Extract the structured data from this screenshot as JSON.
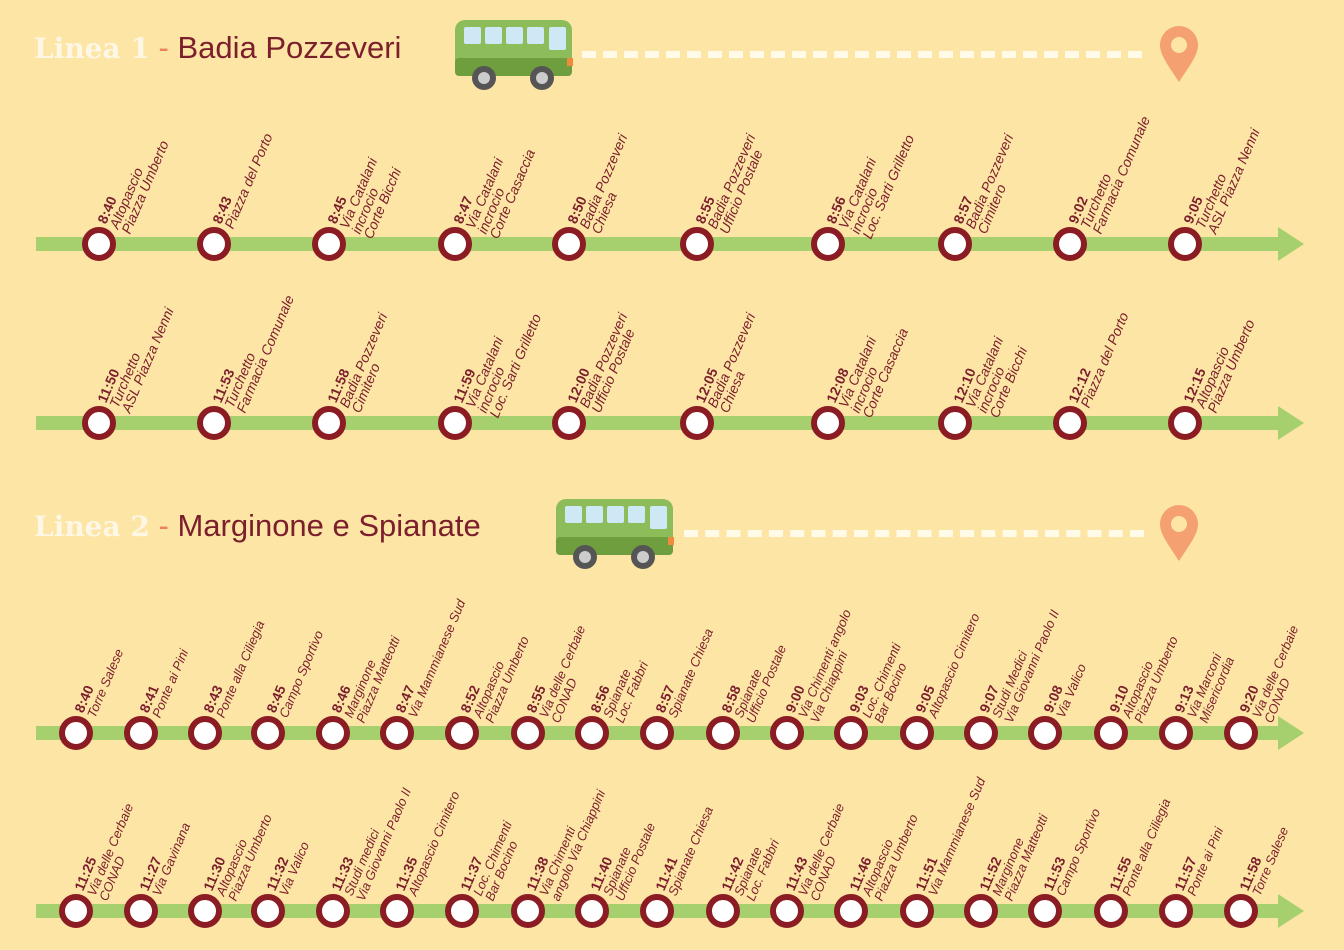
{
  "linea1": {
    "label": "Linea 1",
    "separator": " - ",
    "name": "Badia Pozzeveri",
    "rows": [
      [
        {
          "time": "8:40",
          "lines": [
            "Altopascio",
            "Piazza Umberto"
          ]
        },
        {
          "time": "8:43",
          "lines": [
            "Piazza del Porto"
          ]
        },
        {
          "time": "8:45",
          "lines": [
            "Via Catalani",
            "incrocio",
            "Corte Bicchi"
          ]
        },
        {
          "time": "8:47",
          "lines": [
            "Via Catalani",
            "incrocio",
            "Corte Casaccia"
          ]
        },
        {
          "time": "8:50",
          "lines": [
            "Badia Pozzeveri",
            "Chiesa"
          ]
        },
        {
          "time": "8:55",
          "lines": [
            "Badia Pozzeveri",
            "Ufficio Postale"
          ]
        },
        {
          "time": "8:56",
          "lines": [
            "Via Catalani",
            "incrocio",
            "Loc. Sarti Grilletto"
          ]
        },
        {
          "time": "8:57",
          "lines": [
            "Badia Pozzeveri",
            "Cimitero"
          ]
        },
        {
          "time": "9:02",
          "lines": [
            "Turchetto",
            "Farmacia Comunale"
          ]
        },
        {
          "time": "9:05",
          "lines": [
            "Turchetto",
            "ASL Piazza Nenni"
          ]
        }
      ],
      [
        {
          "time": "11:50",
          "lines": [
            "Turchetto",
            "ASL Piazza Nenni"
          ]
        },
        {
          "time": "11:53",
          "lines": [
            "Turchetto",
            "Farmacia Comunale"
          ]
        },
        {
          "time": "11:58",
          "lines": [
            "Badia Pozzeveri",
            "Cimitero"
          ]
        },
        {
          "time": "11:59",
          "lines": [
            "Via Catalani",
            "incrocio",
            "Loc. Sarti Grilletto"
          ]
        },
        {
          "time": "12:00",
          "lines": [
            "Badia Pozzeveri",
            "Ufficio Postale"
          ]
        },
        {
          "time": "12:05",
          "lines": [
            "Badia Pozzeveri",
            "Chiesa"
          ]
        },
        {
          "time": "12:08",
          "lines": [
            "Via Catalani",
            "incrocio",
            "Corte Casaccia"
          ]
        },
        {
          "time": "12:10",
          "lines": [
            "Via Catalani",
            "incrocio",
            "Corte Bicchi"
          ]
        },
        {
          "time": "12:12",
          "lines": [
            "Piazza del Porto"
          ]
        },
        {
          "time": "12:15",
          "lines": [
            "Altopascio",
            "Piazza Umberto"
          ]
        }
      ]
    ]
  },
  "linea2": {
    "label": "Linea 2",
    "separator": " - ",
    "name": "Marginone e Spianate",
    "rows": [
      [
        {
          "time": "8:40",
          "lines": [
            "Torre Salese"
          ]
        },
        {
          "time": "8:41",
          "lines": [
            "Ponte ai Pini"
          ]
        },
        {
          "time": "8:43",
          "lines": [
            "Ponte alla Ciliegia"
          ]
        },
        {
          "time": "8:45",
          "lines": [
            "Campo Sportivo"
          ]
        },
        {
          "time": "8:46",
          "lines": [
            "Marginone",
            "Piazza Matteotti"
          ]
        },
        {
          "time": "8:47",
          "lines": [
            "Via Mammianese Sud"
          ]
        },
        {
          "time": "8:52",
          "lines": [
            "Altopascio",
            "Piazza Umberto"
          ]
        },
        {
          "time": "8:55",
          "lines": [
            "Via delle Cerbaie",
            "CONAD"
          ]
        },
        {
          "time": "8:56",
          "lines": [
            "Spianate",
            "Loc. Fabbri"
          ]
        },
        {
          "time": "8:57",
          "lines": [
            "Spianate Chiesa"
          ]
        },
        {
          "time": "8:58",
          "lines": [
            "Spianate",
            "Ufficio Postale"
          ]
        },
        {
          "time": "9:00",
          "lines": [
            "Via Chimenti angolo",
            "Via Chiappini"
          ]
        },
        {
          "time": "9:03",
          "lines": [
            "Loc. Chimenti",
            "Bar Bocino"
          ]
        },
        {
          "time": "9:05",
          "lines": [
            "Altopascio Cimitero"
          ]
        },
        {
          "time": "9:07",
          "lines": [
            "Studi Medici",
            "Via Giovanni Paolo II"
          ]
        },
        {
          "time": "9:08",
          "lines": [
            "Via Valico"
          ]
        },
        {
          "time": "9:10",
          "lines": [
            "Altopascio",
            "Piazza Umberto"
          ]
        },
        {
          "time": "9:13",
          "lines": [
            "Via Marconi",
            "Misericordia"
          ]
        },
        {
          "time": "9:20",
          "lines": [
            "Via delle Cerbaie",
            "CONAD"
          ]
        }
      ],
      [
        {
          "time": "11:25",
          "lines": [
            "Via delle Cerbaie",
            "CONAD"
          ]
        },
        {
          "time": "11:27",
          "lines": [
            "Via Gavinana"
          ]
        },
        {
          "time": "11:30",
          "lines": [
            "Altopascio",
            "Piazza Umberto"
          ]
        },
        {
          "time": "11:32",
          "lines": [
            "Via Valico"
          ]
        },
        {
          "time": "11:33",
          "lines": [
            "Studi medici",
            "Via Giovanni Paolo II"
          ]
        },
        {
          "time": "11:35",
          "lines": [
            "Altopascio Cimitero"
          ]
        },
        {
          "time": "11:37",
          "lines": [
            "Loc. Chimenti",
            "Bar Bocino"
          ]
        },
        {
          "time": "11:38",
          "lines": [
            "Via Chimenti",
            "angolo Via Chiappini"
          ]
        },
        {
          "time": "11:40",
          "lines": [
            "Spianate",
            "Ufficio Postale"
          ]
        },
        {
          "time": "11:41",
          "lines": [
            "Spianate Chiesa"
          ]
        },
        {
          "time": "11:42",
          "lines": [
            "Spianate",
            "Loc. Fabbri"
          ]
        },
        {
          "time": "11:43",
          "lines": [
            "Via delle Cerbaie",
            "CONAD"
          ]
        },
        {
          "time": "11:46",
          "lines": [
            "Altopascio",
            "Piazza Umberto"
          ]
        },
        {
          "time": "11:51",
          "lines": [
            "Via Mammianese Sud"
          ]
        },
        {
          "time": "11:52",
          "lines": [
            "Marginone",
            "Piazza Matteotti"
          ]
        },
        {
          "time": "11:53",
          "lines": [
            "Campo Sportivo"
          ]
        },
        {
          "time": "11:55",
          "lines": [
            "Ponte alla Ciliegia"
          ]
        },
        {
          "time": "11:57",
          "lines": [
            "Ponte ai Pini"
          ]
        },
        {
          "time": "11:58",
          "lines": [
            "Torre Salese"
          ]
        }
      ]
    ]
  },
  "colors": {
    "background": "#fde5a5",
    "track": "#a6d06d",
    "stop_ring": "#8b1c23",
    "text": "#7a1f2b",
    "pin": "#f4a071",
    "bus_body": "#8cbd5a"
  },
  "icons": {
    "bus": "bus-icon",
    "pin": "map-pin-icon"
  }
}
